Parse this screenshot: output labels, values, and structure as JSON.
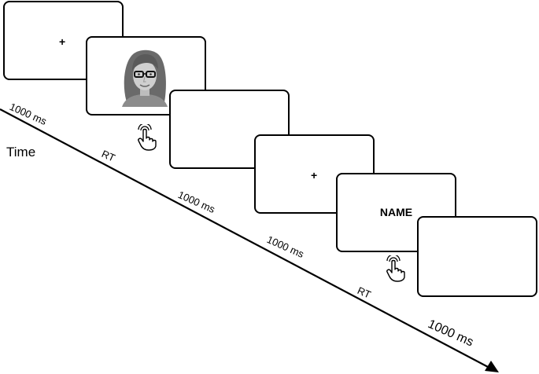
{
  "time_label": "Time",
  "fixation_symbol": "+",
  "name_stimulus": "NAME",
  "durations": {
    "first": "1000 ms",
    "response_1": "RT",
    "second": "1000 ms",
    "third": "1000 ms",
    "response_2": "RT",
    "final": "1000 ms"
  },
  "icons": {
    "face": "face-photo",
    "response": "pointing-hand-icon"
  }
}
